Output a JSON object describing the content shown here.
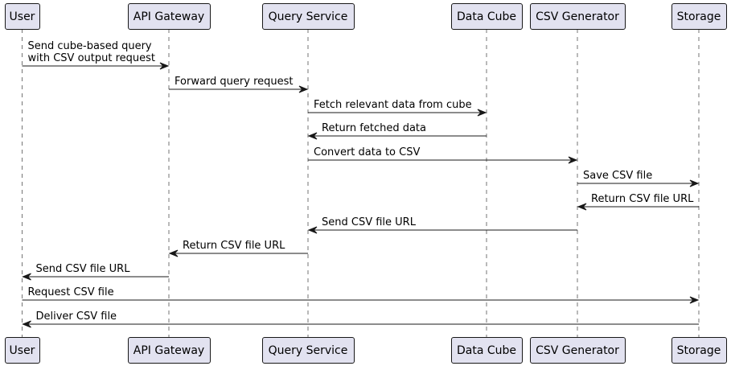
{
  "participants": [
    {
      "id": "user",
      "label": "User"
    },
    {
      "id": "gateway",
      "label": "API Gateway"
    },
    {
      "id": "query",
      "label": "Query Service"
    },
    {
      "id": "cube",
      "label": "Data Cube"
    },
    {
      "id": "csvgen",
      "label": "CSV Generator"
    },
    {
      "id": "storage",
      "label": "Storage"
    }
  ],
  "messages": [
    {
      "from": "user",
      "to": "gateway",
      "lines": [
        "Send cube-based query",
        "with CSV output request"
      ]
    },
    {
      "from": "gateway",
      "to": "query",
      "lines": [
        "Forward query request"
      ]
    },
    {
      "from": "query",
      "to": "cube",
      "lines": [
        "Fetch relevant data from cube"
      ]
    },
    {
      "from": "cube",
      "to": "query",
      "lines": [
        "Return fetched data"
      ]
    },
    {
      "from": "query",
      "to": "csvgen",
      "lines": [
        "Convert data to CSV"
      ]
    },
    {
      "from": "csvgen",
      "to": "storage",
      "lines": [
        "Save CSV file"
      ]
    },
    {
      "from": "storage",
      "to": "csvgen",
      "lines": [
        "Return CSV file URL"
      ]
    },
    {
      "from": "csvgen",
      "to": "query",
      "lines": [
        "Send CSV file URL"
      ]
    },
    {
      "from": "query",
      "to": "gateway",
      "lines": [
        "Return CSV file URL"
      ]
    },
    {
      "from": "gateway",
      "to": "user",
      "lines": [
        "Send CSV file URL"
      ]
    },
    {
      "from": "user",
      "to": "storage",
      "lines": [
        "Request CSV file"
      ]
    },
    {
      "from": "storage",
      "to": "user",
      "lines": [
        "Deliver CSV file"
      ]
    }
  ]
}
